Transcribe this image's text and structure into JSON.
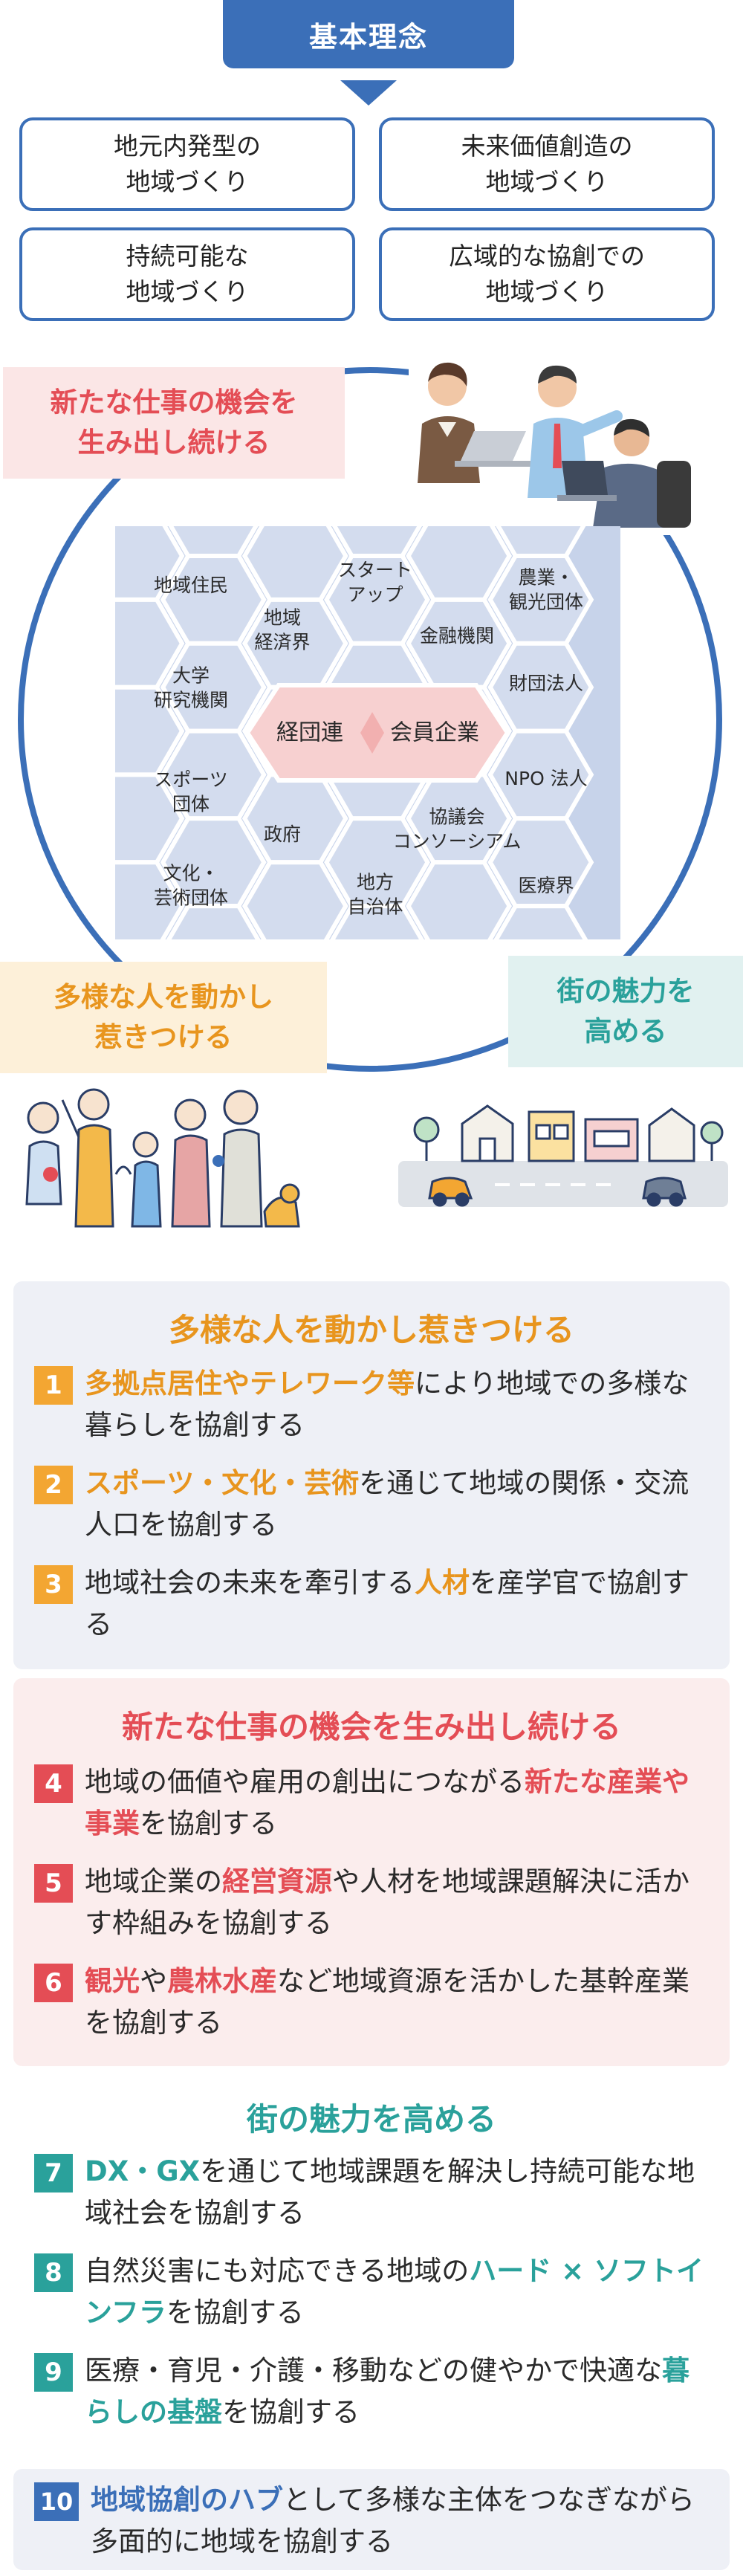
{
  "header": {
    "title": "基本理念"
  },
  "philosophies": [
    {
      "line1": "地元内発型の",
      "line2": "地域づくり"
    },
    {
      "line1": "未来価値創造の",
      "line2": "地域づくり"
    },
    {
      "line1": "持続可能な",
      "line2": "地域づくり"
    },
    {
      "line1": "広域的な協創での",
      "line2": "地域づくり"
    }
  ],
  "callouts": {
    "jobs": {
      "line1": "新たな仕事の機会を",
      "line2": "生み出し続ける"
    },
    "people": {
      "line1": "多様な人を動かし",
      "line2": "惹きつける"
    },
    "town": {
      "line1": "街の魅力を",
      "line2": "高める"
    }
  },
  "stakeholders": {
    "core_left": "経団連",
    "core_right": "会員企業",
    "items": [
      "地域住民",
      "スタート\nアップ",
      "農業・\n観光団体",
      "地域\n経済界",
      "金融機関",
      "大学\n研究機関",
      "財団法人",
      "スポーツ\n団体",
      "NPO 法人",
      "政府",
      "協議会\nコンソーシアム",
      "文化・\n芸術団体",
      "地方\n自治体",
      "医療界"
    ]
  },
  "sections": {
    "people": {
      "title": "多様な人を動かし惹きつける",
      "items": [
        {
          "num": "1",
          "hl": "多拠点居住やテレワーク等",
          "rest": "により地域での多様な暮らしを協創する"
        },
        {
          "num": "2",
          "hl": "スポーツ・文化・芸術",
          "rest": "を通じて地域の関係・交流人口を協創する"
        },
        {
          "num": "3",
          "pre": "地域社会の未来を牽引する",
          "hl": "人材",
          "rest": "を産学官で協創する"
        }
      ]
    },
    "jobs": {
      "title": "新たな仕事の機会を生み出し続ける",
      "items": [
        {
          "num": "4",
          "pre": "地域の価値や雇用の創出につながる",
          "hl": "新たな産業や事業",
          "rest": "を協創する"
        },
        {
          "num": "5",
          "pre": "地域企業の",
          "hl": "経営資源",
          "rest": "や人材を地域課題解決に活かす枠組みを協創する"
        },
        {
          "num": "6",
          "hl": "観光",
          "mid": "や",
          "hl2": "農林水産",
          "rest": "など地域資源を活かした基幹産業を協創する"
        }
      ]
    },
    "town": {
      "title": "街の魅力を高める",
      "items": [
        {
          "num": "7",
          "hl": "DX・GX",
          "rest": "を通じて地域課題を解決し持続可能な地域社会を協創する"
        },
        {
          "num": "8",
          "pre": "自然災害にも対応できる地域の",
          "hl": "ハード × ソフトインフラ",
          "rest": "を協創する"
        },
        {
          "num": "9",
          "pre": "医療・育児・介護・移動などの健やかで快適な",
          "hl": "暮らしの基盤",
          "rest": "を協創する"
        }
      ]
    },
    "hub": {
      "num": "10",
      "hl": "地域協創のハブ",
      "rest": "として多様な主体をつなぎながら多面的に地域を協創する"
    }
  }
}
